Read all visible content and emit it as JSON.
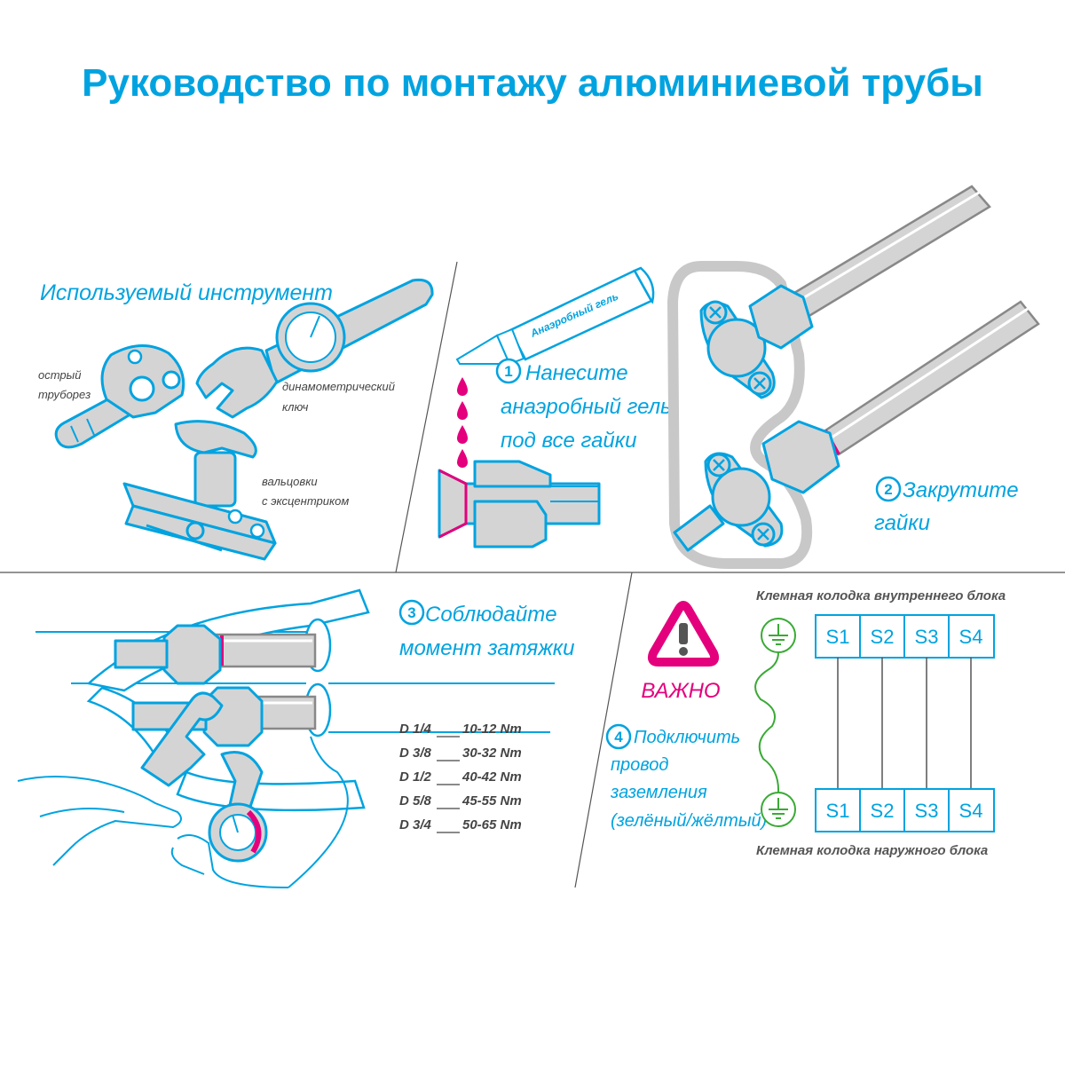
{
  "title": "Руководство по монтажу алюминиевой трубы",
  "tools": {
    "heading": "Используемый инструмент",
    "cutter_line1": "острый",
    "cutter_line2": "труборез",
    "wrench_line1": "динамометрический",
    "wrench_line2": "ключ",
    "flaring_line1": "вальцовки",
    "flaring_line2": "с эксцентриком"
  },
  "step1": {
    "number": "1",
    "line1": "Нанесите",
    "line2": "анаэробный гель",
    "line3": "под все гайки",
    "tube_label": "Анаэробный гель"
  },
  "step2": {
    "number": "2",
    "line1": "Закрутите",
    "line2": "гайки"
  },
  "step3": {
    "number": "3",
    "line1": "Соблюдайте",
    "line2": "момент затяжки",
    "torque": [
      {
        "size": "D 1/4",
        "value": "10-12  Nm"
      },
      {
        "size": "D 3/8",
        "value": "30-32  Nm"
      },
      {
        "size": "D 1/2",
        "value": "40-42  Nm"
      },
      {
        "size": "D 5/8",
        "value": "45-55  Nm"
      },
      {
        "size": "D 3/4",
        "value": "50-65  Nm"
      }
    ]
  },
  "step4": {
    "warning": "ВАЖНО",
    "number": "4",
    "line1": "Подключить",
    "line2": "провод",
    "line3": "заземления",
    "line4": "(зелёный/жёлтый)",
    "indoor_label": "Клемная колодка внутреннего блока",
    "outdoor_label": "Клемная колодка наружного блока",
    "indoor_terminals": [
      "S1",
      "S2",
      "S3",
      "S4"
    ],
    "outdoor_terminals": [
      "S1",
      "S2",
      "S3",
      "S4"
    ]
  },
  "colors": {
    "accent": "#00a3e0",
    "warning": "#e4007c",
    "ground_wire": "#3aaa35",
    "metal": "#d4d4d4"
  }
}
